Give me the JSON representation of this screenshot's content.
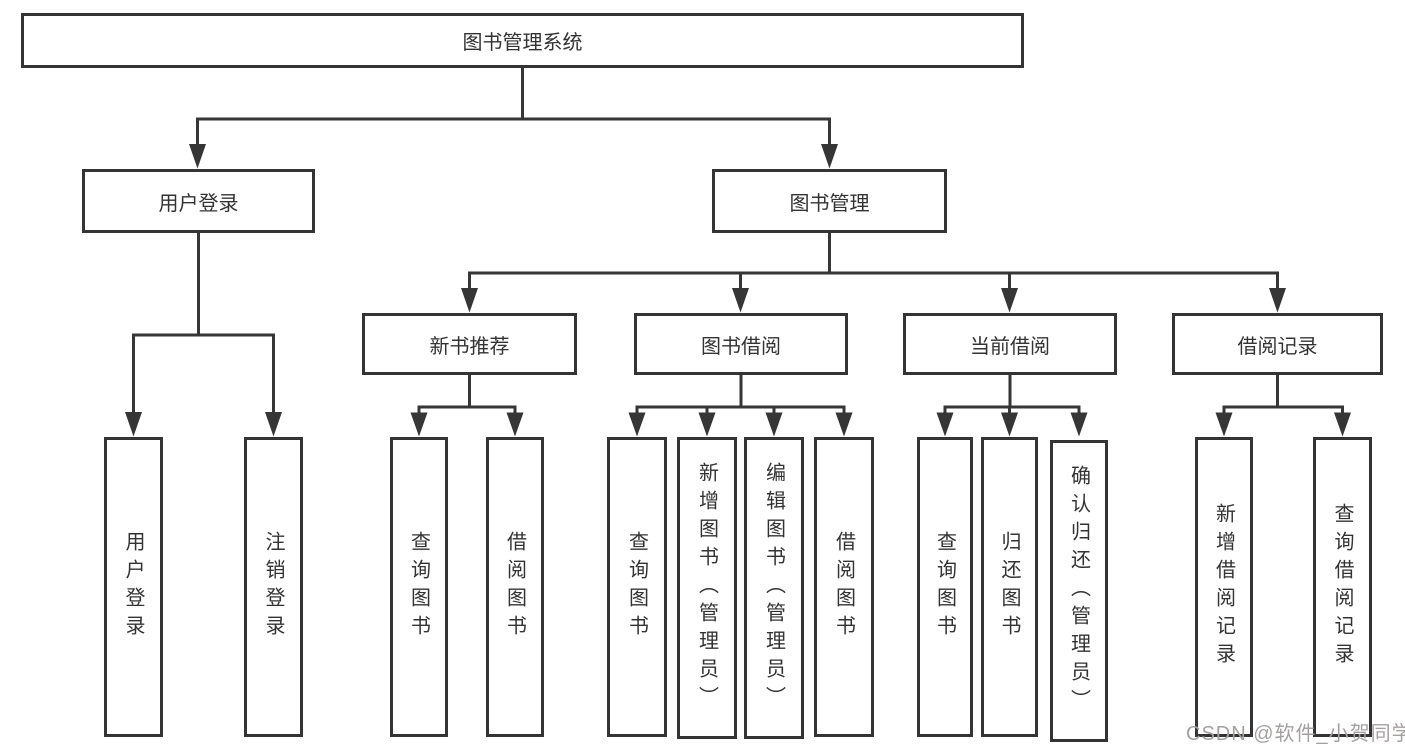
{
  "tree": {
    "label": "图书管理系统",
    "children": [
      {
        "label": "用户登录",
        "children": [
          {
            "label": "用户登录"
          },
          {
            "label": "注销登录"
          }
        ]
      },
      {
        "label": "图书管理",
        "children": [
          {
            "label": "新书推荐",
            "children": [
              {
                "label": "查询图书"
              },
              {
                "label": "借阅图书"
              }
            ]
          },
          {
            "label": "图书借阅",
            "children": [
              {
                "label": "查询图书"
              },
              {
                "label": "新增图书（管理员）"
              },
              {
                "label": "编辑图书（管理员）"
              },
              {
                "label": "借阅图书"
              }
            ]
          },
          {
            "label": "当前借阅",
            "children": [
              {
                "label": "查询图书"
              },
              {
                "label": "归还图书"
              },
              {
                "label": "确认归还（管理员）"
              }
            ]
          },
          {
            "label": "借阅记录",
            "children": [
              {
                "label": "新增借阅记录"
              },
              {
                "label": "查询借阅记录"
              }
            ]
          }
        ]
      }
    ]
  },
  "watermark": "CSDN @软件_小贺同学",
  "colors": {
    "line": "#363636",
    "box_border": "#343434",
    "text": "#333333",
    "watermark": "#a5a0a0",
    "background": "#ffffff"
  }
}
